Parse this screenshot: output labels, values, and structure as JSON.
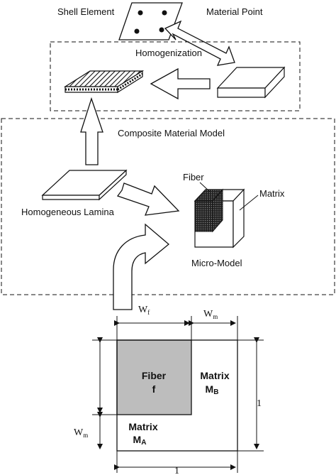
{
  "top": {
    "shell_element": "Shell Element",
    "material_point": "Material Point",
    "homogenization": "Homogenization"
  },
  "model": {
    "title": "Composite Material Model",
    "fiber": "Fiber",
    "matrix": "Matrix",
    "homogeneous_lamina": "Homogeneous Lamina",
    "micro_model": "Micro-Model"
  },
  "cell": {
    "wf": "W",
    "wf_sub": "f",
    "wm_top": "W",
    "wm_top_sub": "m",
    "wm_left": "W",
    "wm_left_sub": "m",
    "right_one": "1",
    "bottom_one": "1",
    "fiber_name": "Fiber",
    "fiber_symbol": "f",
    "matrix_b": "Matrix",
    "matrix_b_sub": "M",
    "matrix_b_subscript": "B",
    "matrix_a": "Matrix",
    "matrix_a_sub": "M",
    "matrix_a_subscript": "A"
  },
  "colors": {
    "fiber_fill": "#bdbdbd",
    "line": "#111111"
  }
}
